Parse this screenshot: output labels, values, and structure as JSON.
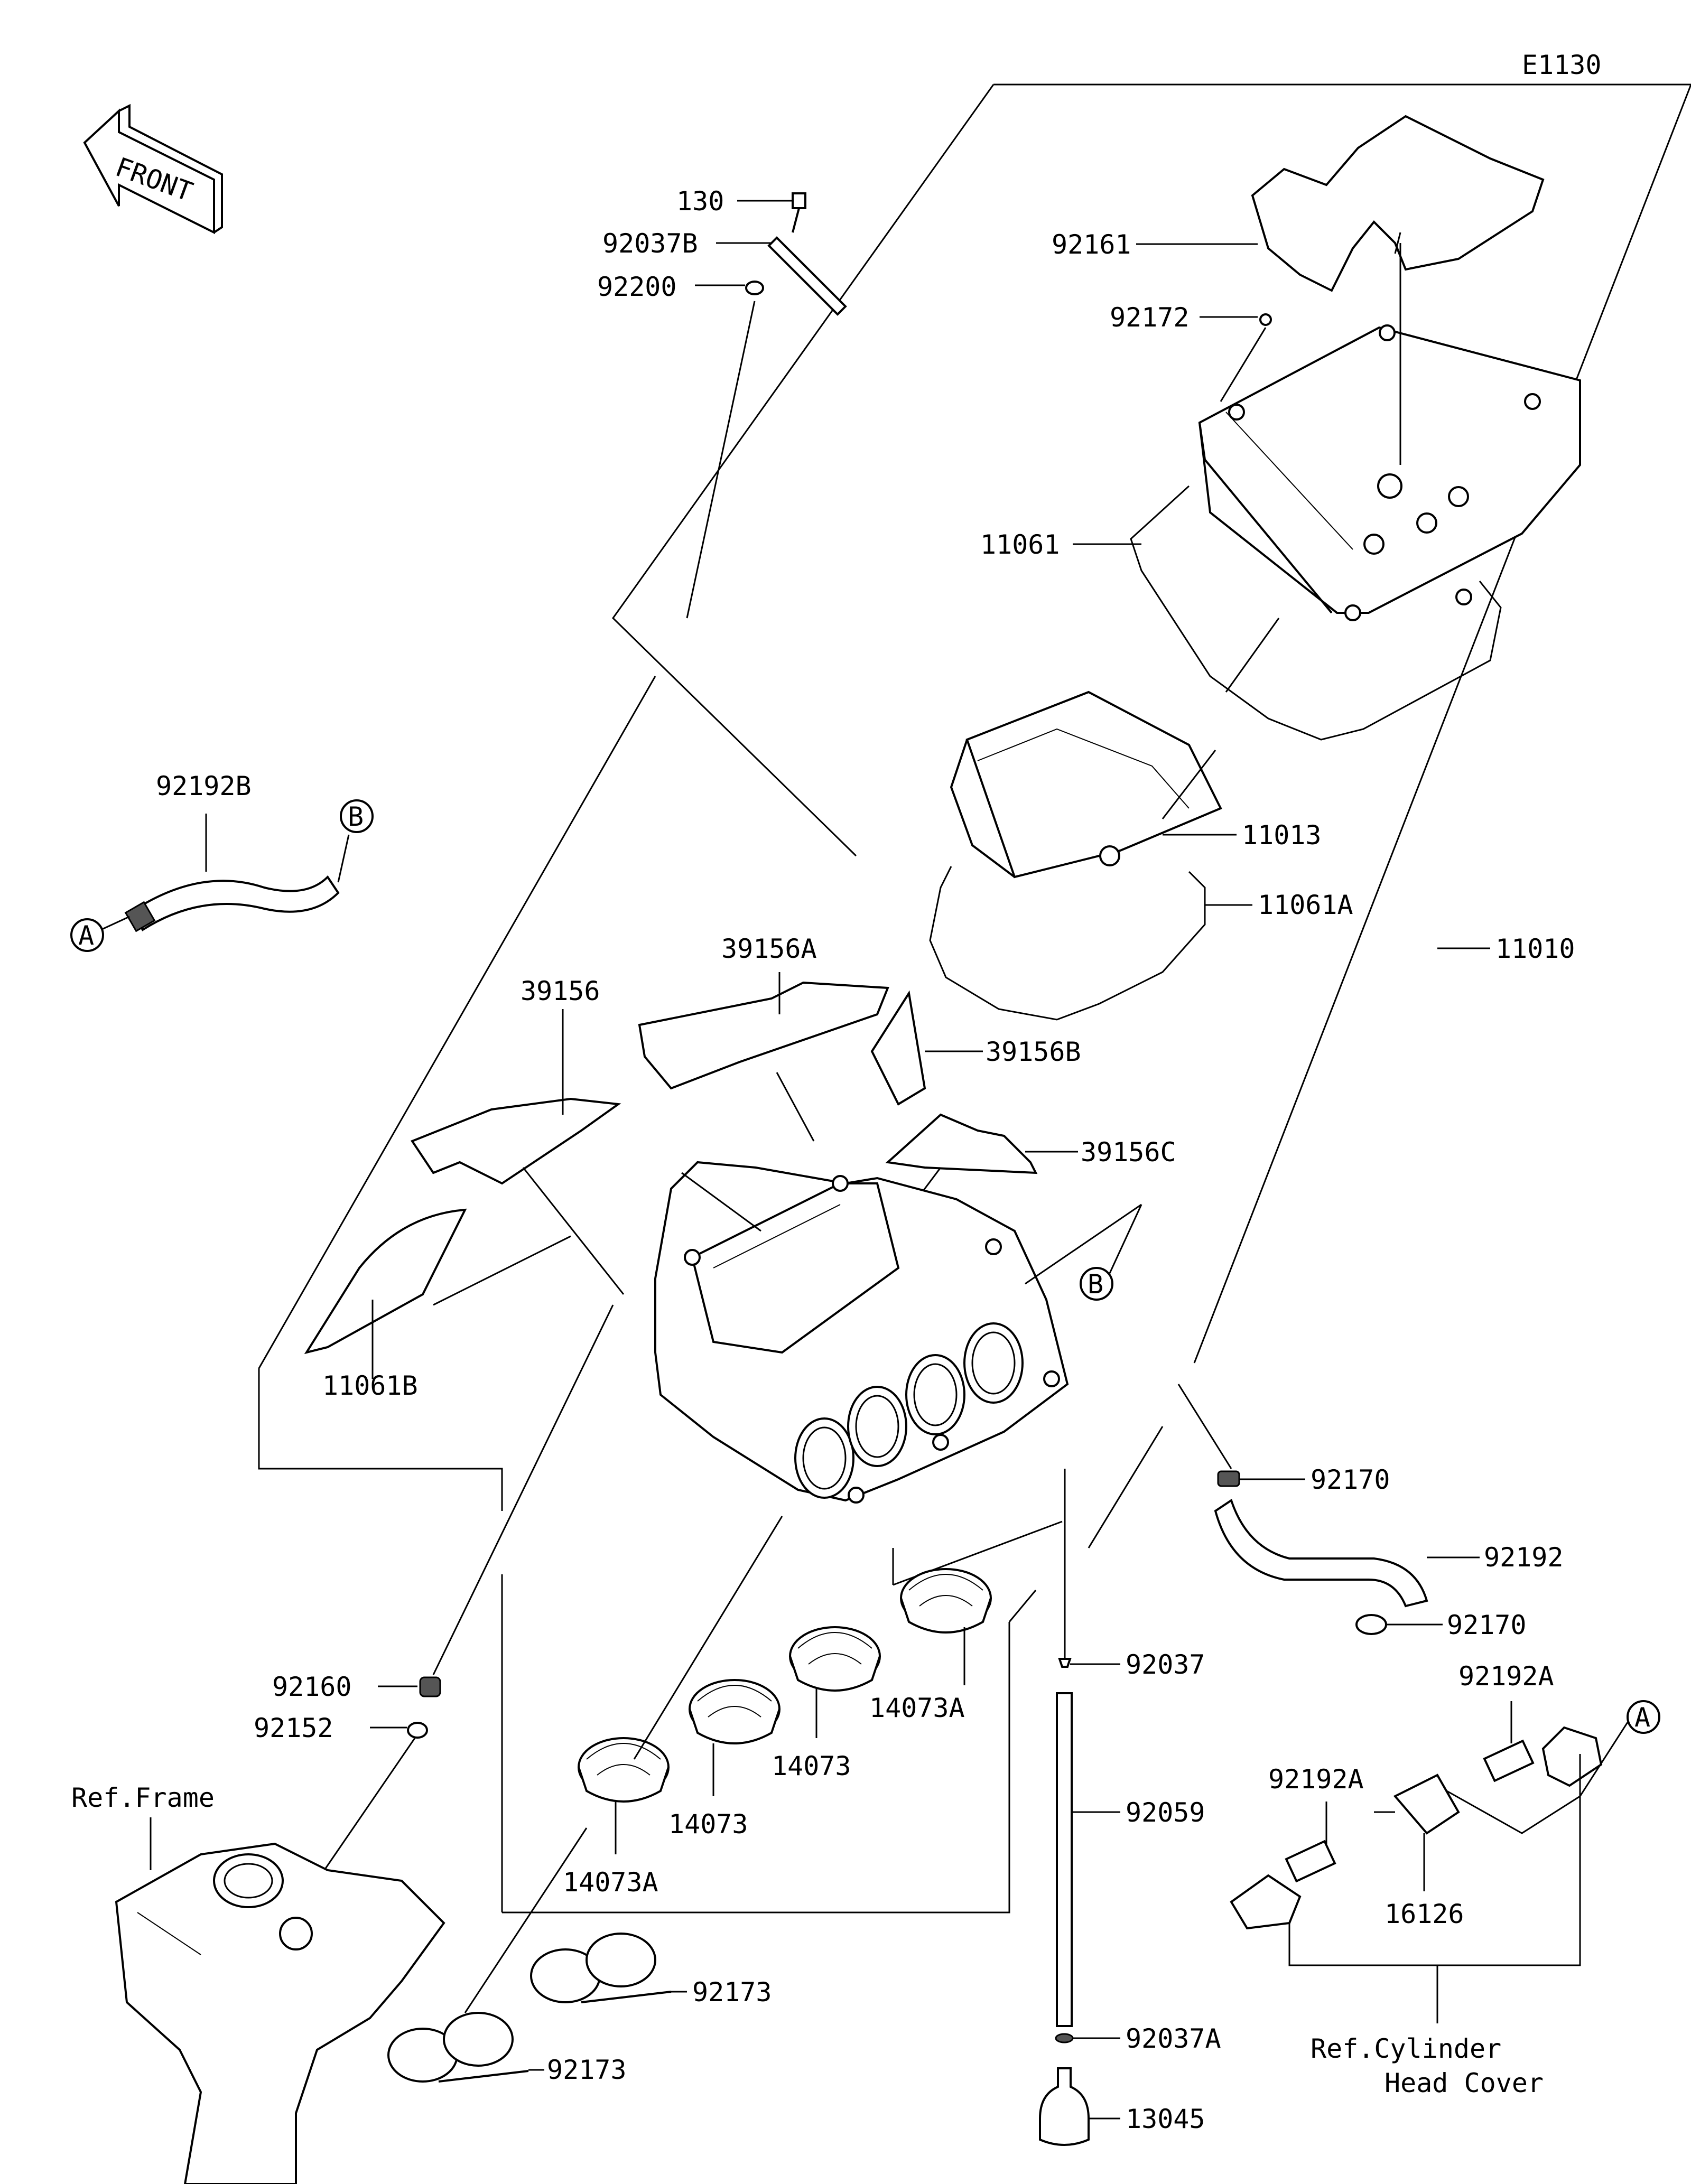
{
  "diagram_id": "E1130",
  "front_label": "FRONT",
  "refs": {
    "a": "A",
    "b": "B"
  },
  "ref_frame": "Ref.Frame",
  "ref_cylinder_line1": "Ref.Cylinder",
  "ref_cylinder_line2": "Head Cover",
  "parts": {
    "p130": "130",
    "p92037B": "92037B",
    "p92200": "92200",
    "p92161": "92161",
    "p92172": "92172",
    "p11061": "11061",
    "p11013": "11013",
    "p11061A": "11061A",
    "p11010": "11010",
    "p92192B": "92192B",
    "p39156A": "39156A",
    "p39156": "39156",
    "p39156B": "39156B",
    "p39156C": "39156C",
    "p11061B": "11061B",
    "p92170_top": "92170",
    "p92192": "92192",
    "p92170_bottom": "92170",
    "p92192A_right": "92192A",
    "p92192A_left": "92192A",
    "p16126": "16126",
    "p92160": "92160",
    "p92152": "92152",
    "p92037": "92037",
    "p92059": "92059",
    "p92037A": "92037A",
    "p13045": "13045",
    "p14073A_right": "14073A",
    "p14073_right": "14073",
    "p14073_left": "14073",
    "p14073A_left": "14073A",
    "p92173_upper": "92173",
    "p92173_lower": "92173"
  }
}
